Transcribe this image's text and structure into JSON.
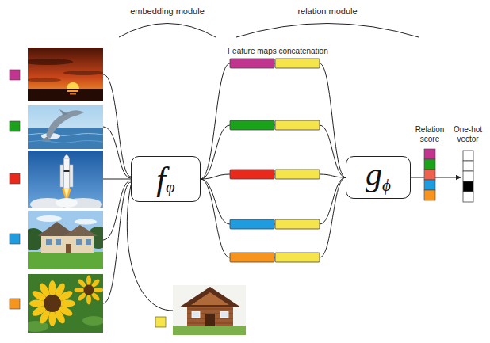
{
  "diagram": {
    "nodes": [
      {
        "text": [
          "f",
          "φ"
        ]
      },
      {
        "text": [
          "g",
          "ϕ"
        ]
      }
    ],
    "edges": [
      {
        "from": 0,
        "to": 1,
        "arrow": "none"
      },
      {
        "from": 0,
        "to": 1,
        "arrow": "none"
      },
      {
        "from": 0,
        "to": 1,
        "arrow": "none"
      },
      {
        "from": 0,
        "to": 1,
        "arrow": "none"
      },
      {
        "from": 0,
        "to": 1,
        "arrow": "none"
      }
    ],
    "labels": [
      "embedding module",
      "relation module",
      "Feature maps concatenation",
      "Relation score",
      "One-hot vector"
    ]
  }
}
